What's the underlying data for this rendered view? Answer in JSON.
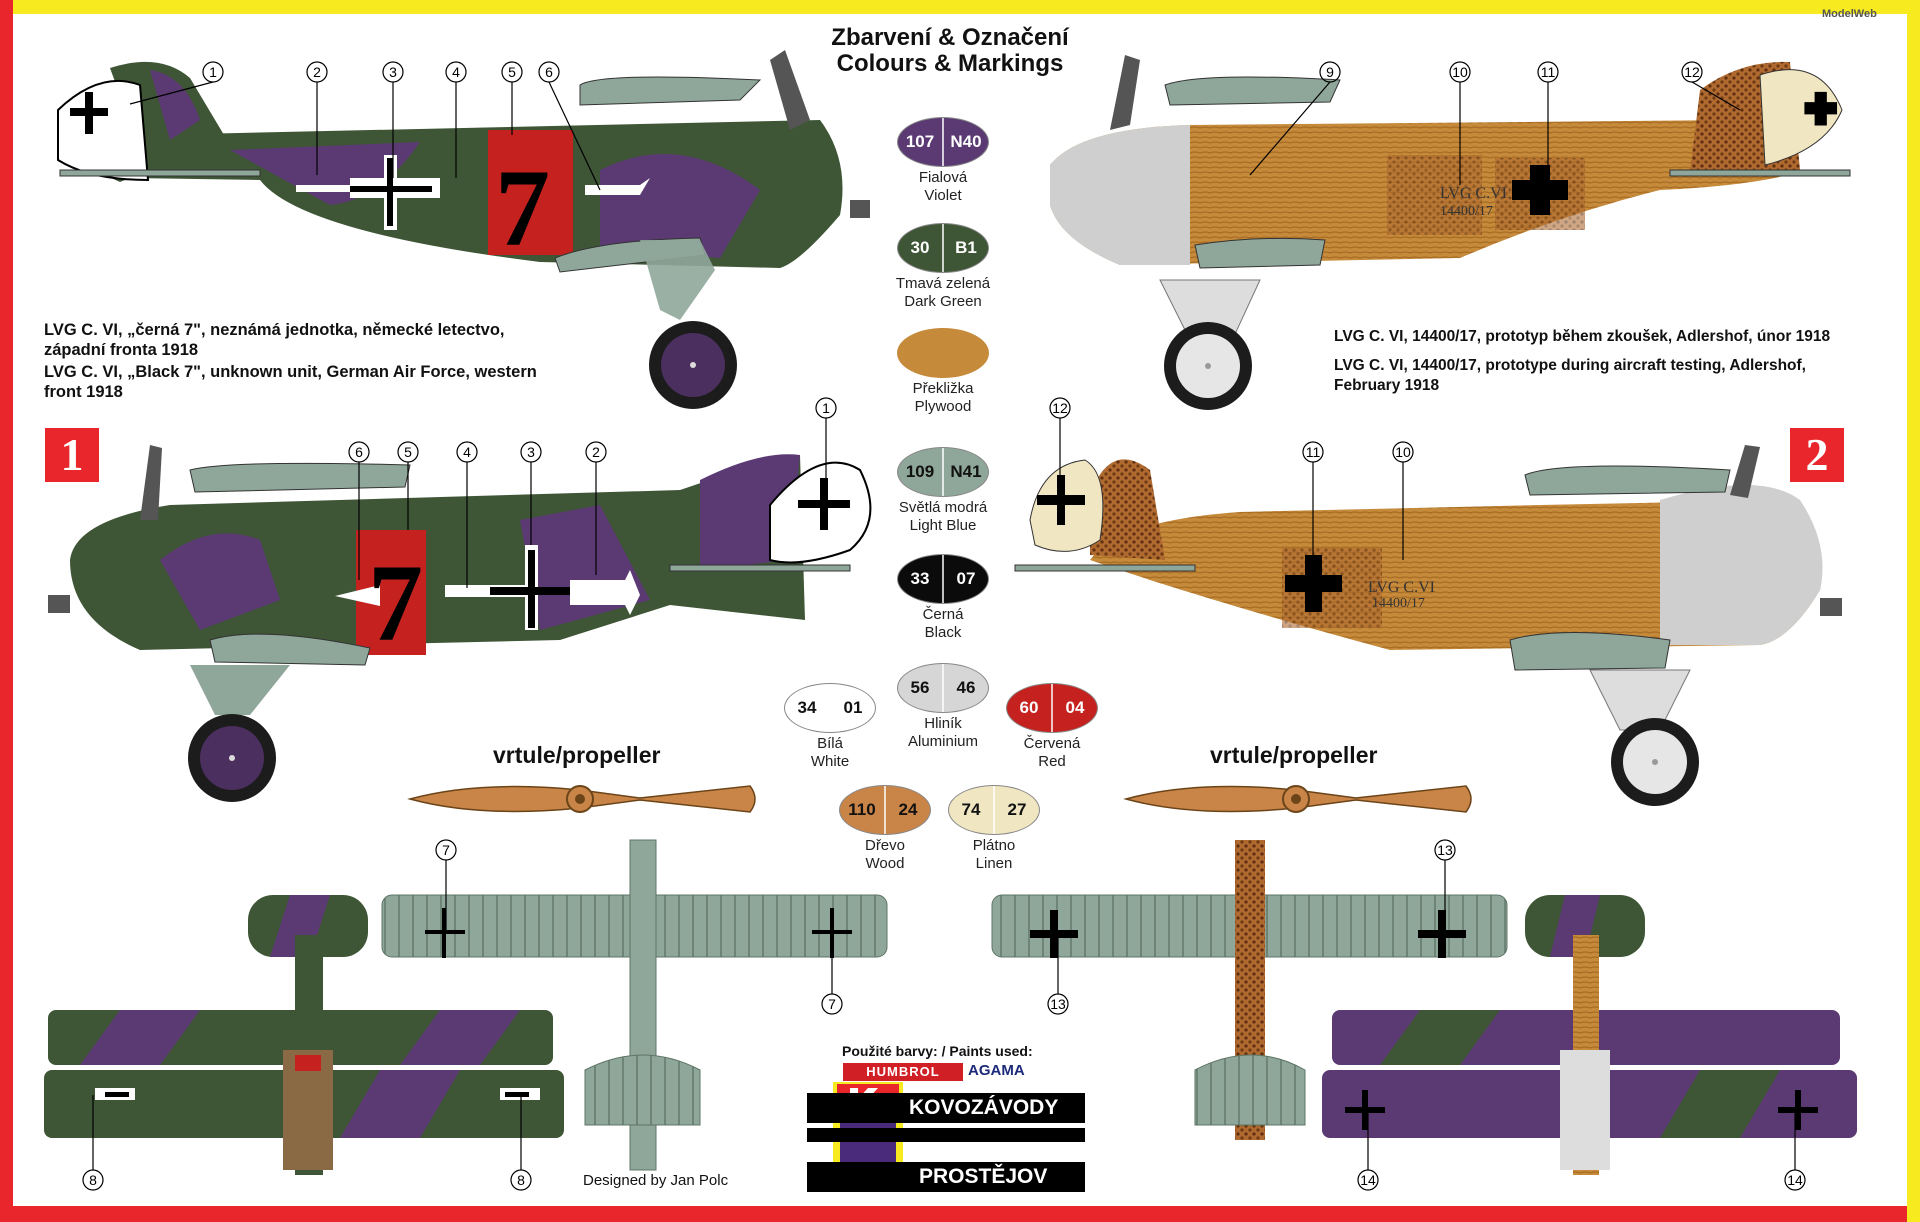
{
  "title": [
    "Zbarvení & Označení",
    "Colours & Markings"
  ],
  "captions": {
    "a1_cz": [
      "LVG C. VI, „černá 7\", neznámá jednotka, německé letectvo,",
      "západní fronta 1918"
    ],
    "a1_en": [
      "LVG C. VI, „Black 7\", unknown unit, German Air Force, western",
      "front 1918"
    ],
    "a2_cz": [
      "LVG C. VI, 14400/17, prototyp během zkoušek, Adlershof, únor 1918"
    ],
    "a2_en": [
      "LVG C. VI, 14400/17, prototype during aircraft testing, Adlershof,",
      "February 1918"
    ]
  },
  "badges": [
    "1",
    "2"
  ],
  "propeller_titles": [
    "vrtule/propeller",
    "vrtule/propeller"
  ],
  "serial_text": [
    "LVG C.VI",
    "14400/17"
  ],
  "fuselage_number": "7",
  "swatches": [
    {
      "left": "107",
      "right": "N40",
      "color": "#5b3a73",
      "text_color": "#ffffff",
      "label_cz": "Fialová",
      "label_en": "Violet"
    },
    {
      "left": "30",
      "right": "B1",
      "color": "#3e5536",
      "text_color": "#ffffff",
      "label_cz": "Tmavá zelená",
      "label_en": "Dark Green"
    },
    {
      "left": "",
      "right": "",
      "color": "#c58a3a",
      "text_color": "#ffffff",
      "label_cz": "Překližka",
      "label_en": "Plywood"
    },
    {
      "left": "109",
      "right": "N41",
      "color": "#8fa79a",
      "text_color": "#111111",
      "label_cz": "Světlá modrá",
      "label_en": "Light Blue"
    },
    {
      "left": "33",
      "right": "07",
      "color": "#0b0b0b",
      "text_color": "#ffffff",
      "label_cz": "Černá",
      "label_en": "Black"
    },
    {
      "left": "34",
      "right": "01",
      "color": "#ffffff",
      "text_color": "#111111",
      "label_cz": "Bílá",
      "label_en": "White"
    },
    {
      "left": "56",
      "right": "46",
      "color": "#d6d6d6",
      "text_color": "#111111",
      "label_cz": "Hliník",
      "label_en": "Aluminium"
    },
    {
      "left": "60",
      "right": "04",
      "color": "#c5221f",
      "text_color": "#ffffff",
      "label_cz": "Červená",
      "label_en": "Red"
    },
    {
      "left": "110",
      "right": "24",
      "color": "#c98448",
      "text_color": "#111111",
      "label_cz": "Dřevo",
      "label_en": "Wood"
    },
    {
      "left": "74",
      "right": "27",
      "color": "#f1e6c2",
      "text_color": "#111111",
      "label_cz": "Plátno",
      "label_en": "Linen"
    }
  ],
  "callouts": {
    "a1_top": [
      "1",
      "2",
      "3",
      "4",
      "5",
      "6"
    ],
    "a2_top": [
      "9",
      "10",
      "11",
      "12"
    ],
    "a1_side": [
      "1",
      "2",
      "3",
      "4",
      "5",
      "6"
    ],
    "a2_side": [
      "12",
      "11",
      "10"
    ],
    "plan1": [
      "7",
      "7",
      "8",
      "8"
    ],
    "plan2": [
      "13",
      "13",
      "14",
      "14"
    ]
  },
  "footer": {
    "paints_used": "Použité barvy: / Paints used:",
    "humbrol": "HUMBROL",
    "agama": "AGAMA",
    "registered": "R",
    "maker_line1": "KOVOZÁVODY",
    "maker_line2": "PROSTĚJOV",
    "designer": "Designed by Jan Polc"
  },
  "watermark": "ModelWeb",
  "colors": {
    "violet": "#5b3a73",
    "dark_green": "#3e5536",
    "plywood": "#c58a3a",
    "light_blue": "#8fa79a",
    "red": "#c5221f",
    "linen": "#f1e6c2",
    "wood": "#c98448",
    "frame_red": "#e8262b",
    "frame_yellow": "#f7ea1e"
  }
}
